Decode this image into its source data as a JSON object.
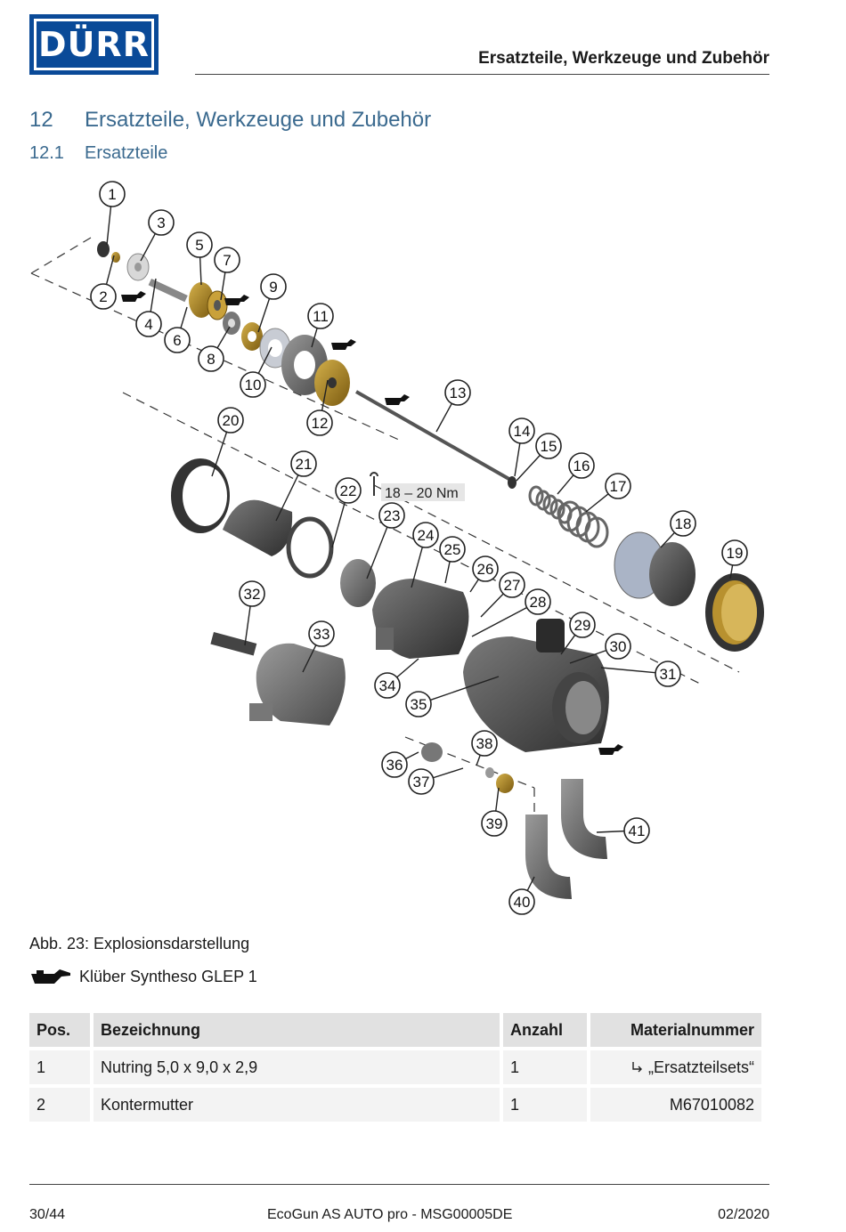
{
  "logo": {
    "text": "DÜRR"
  },
  "header": {
    "running_title": "Ersatzteile, Werkzeuge und Zubehör"
  },
  "section": {
    "number": "12",
    "title": "Ersatzteile, Werkzeuge und Zubehör"
  },
  "subsection": {
    "number": "12.1",
    "title": "Ersatzteile"
  },
  "figure": {
    "torque_label": "18 – 20 Nm",
    "callouts": [
      "1",
      "2",
      "3",
      "4",
      "5",
      "6",
      "7",
      "8",
      "9",
      "10",
      "11",
      "12",
      "13",
      "14",
      "15",
      "16",
      "17",
      "18",
      "19",
      "20",
      "21",
      "22",
      "23",
      "24",
      "25",
      "26",
      "27",
      "28",
      "29",
      "30",
      "31",
      "32",
      "33",
      "34",
      "35",
      "36",
      "37",
      "38",
      "39",
      "40",
      "41"
    ]
  },
  "caption": "Abb. 23: Explosionsdarstellung",
  "legend": {
    "icon": "oil-can-icon",
    "text": "Klüber Syntheso GLEP 1"
  },
  "table": {
    "headers": [
      "Pos.",
      "Bezeichnung",
      "Anzahl",
      "Materialnummer"
    ],
    "rows": [
      {
        "pos": "1",
        "name": "Nutring 5,0 x 9,0 x 2,9",
        "qty": "1",
        "mat": "„Ersatzteilsets“",
        "mat_icon": "reference-arrow-icon"
      },
      {
        "pos": "2",
        "name": "Kontermutter",
        "qty": "1",
        "mat": "M67010082"
      }
    ]
  },
  "footer": {
    "page": "30/44",
    "doc": "EcoGun AS AUTO pro - MSG00005DE",
    "date": "02/2020"
  },
  "colors": {
    "brand": "#0a4a98",
    "heading": "#3b6a8f",
    "brass": "#b8912f"
  }
}
